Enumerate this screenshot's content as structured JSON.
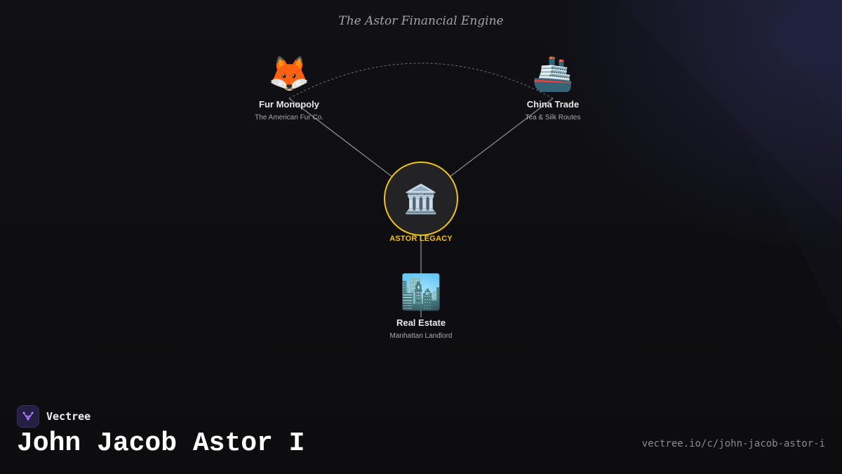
{
  "diagram": {
    "title": "The Astor Financial Engine",
    "center": {
      "icon": "classical-building-icon",
      "emoji": "🏛️",
      "label": "ASTOR LEGACY",
      "accent_color": "#f1c21b"
    },
    "nodes": [
      {
        "id": "fur",
        "icon": "fox-icon",
        "emoji": "🦊",
        "title": "Fur Monopoly",
        "subtitle": "The American Fur Co."
      },
      {
        "id": "china",
        "icon": "ship-icon",
        "emoji": "🚢",
        "title": "China Trade",
        "subtitle": "Tea & Silk Routes"
      },
      {
        "id": "realestate",
        "icon": "cityscape-icon",
        "emoji": "🏙️",
        "title": "Real Estate",
        "subtitle": "Manhattan Landlord"
      }
    ]
  },
  "footer": {
    "brand_name": "Vectree",
    "brand_icon": "vectree-logo-icon",
    "brand_color": "#241f44",
    "headline": "John Jacob Astor I",
    "url": "vectree.io/c/john-jacob-astor-i"
  }
}
